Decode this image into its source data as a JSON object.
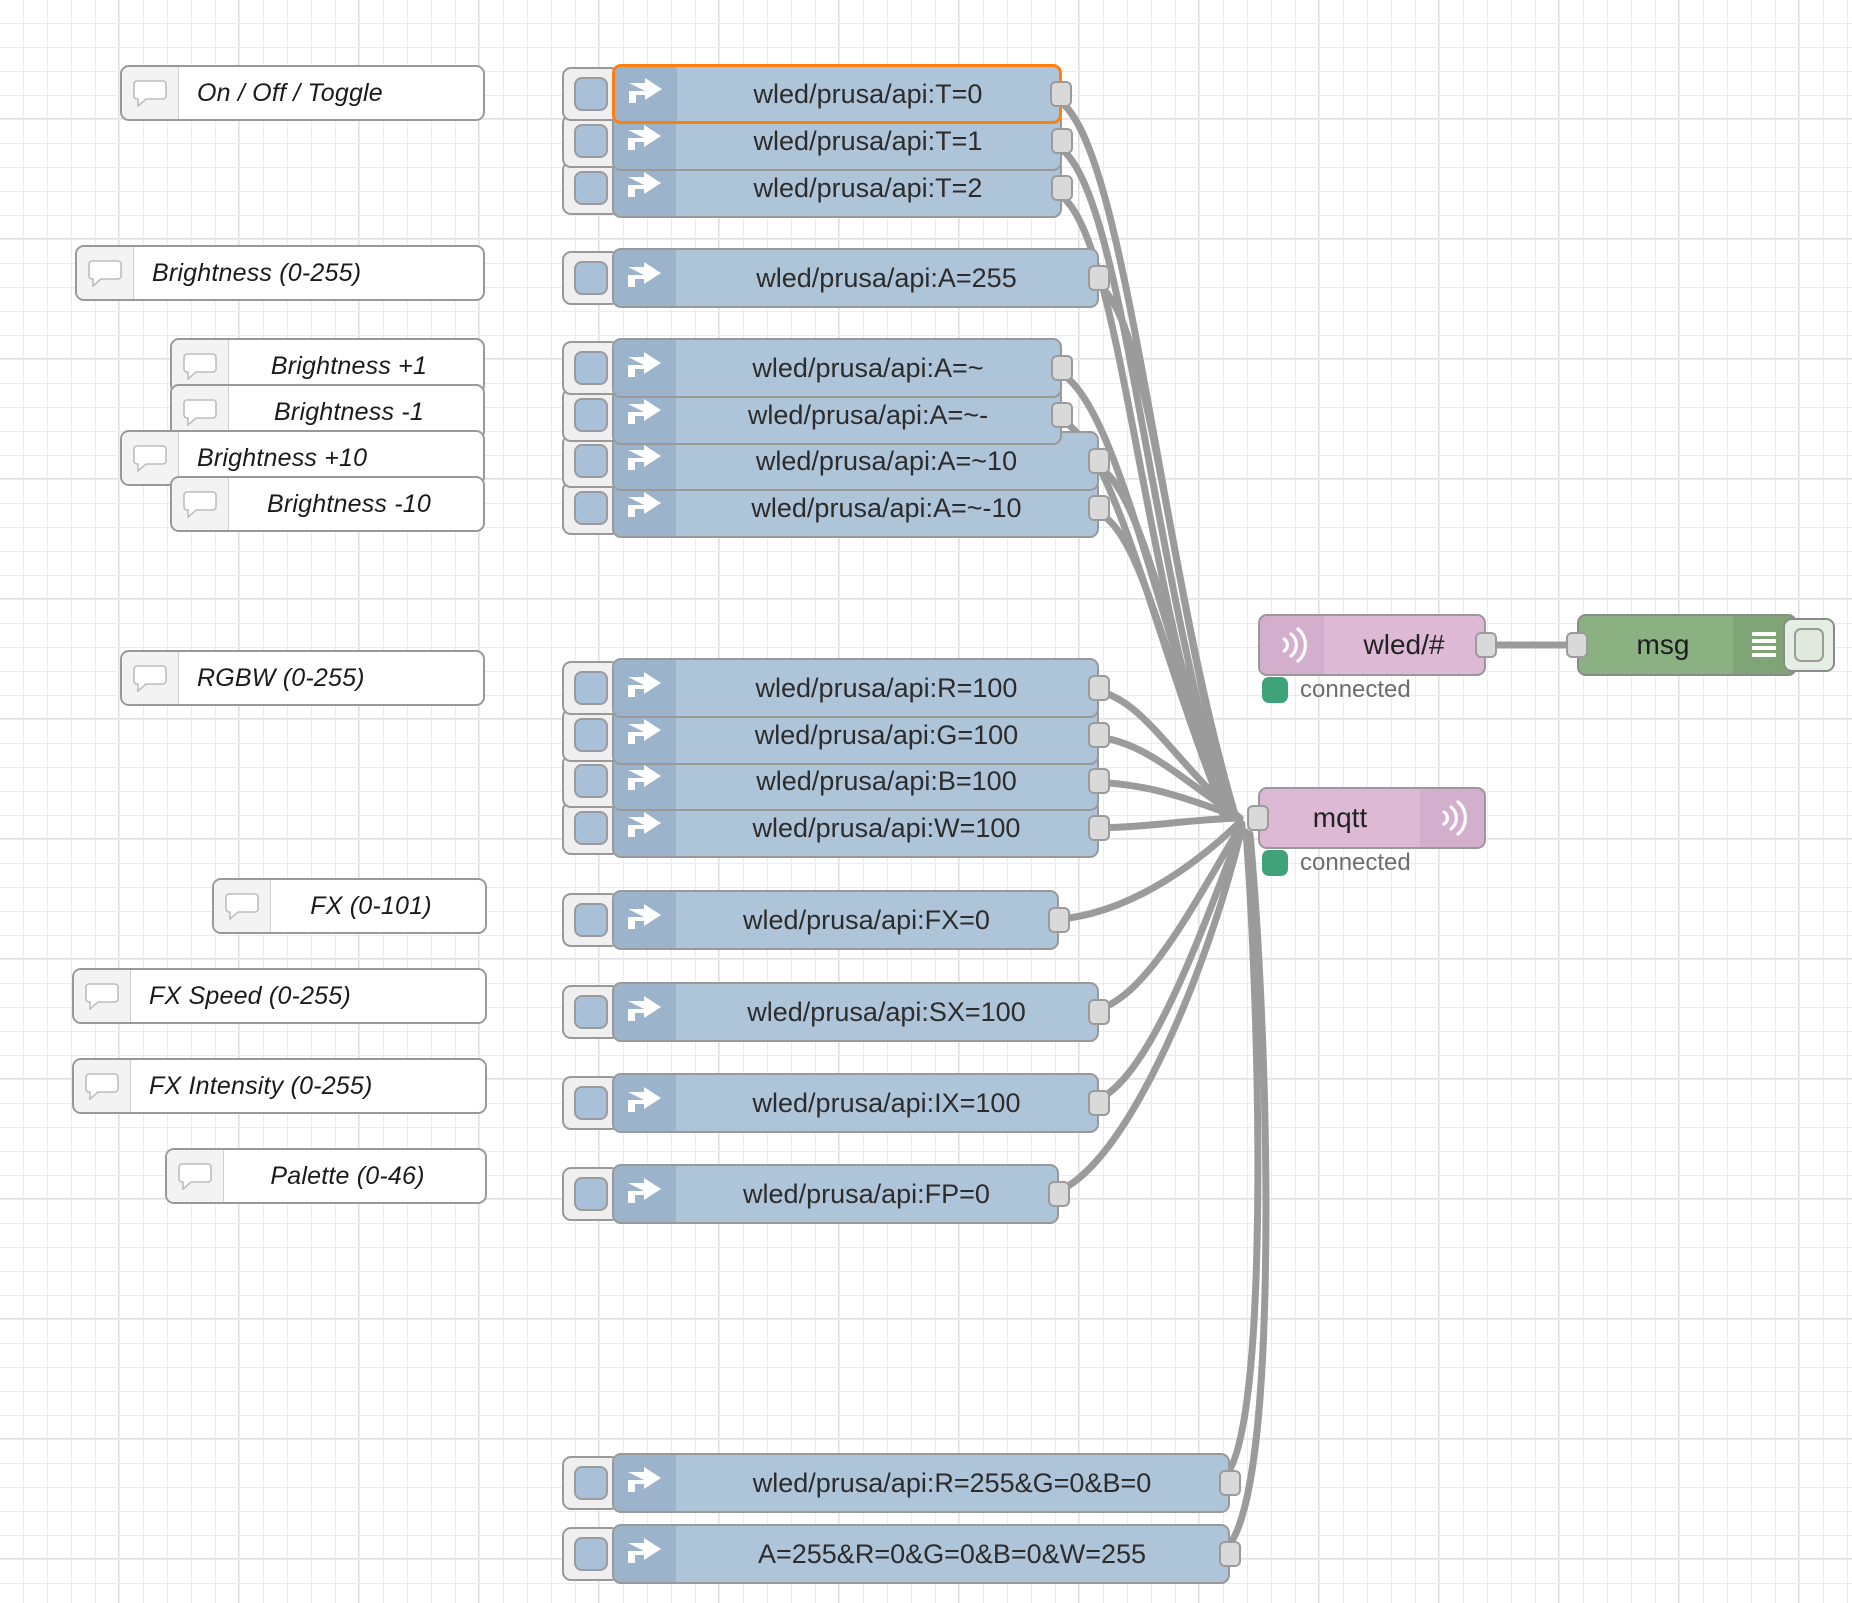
{
  "app": {
    "name": "Node-RED flow editor",
    "canvas_background": "#ffffff",
    "grid_color": "#ececec",
    "selection_color": "#ff7f0e",
    "wire_color": "#9b9b9b",
    "inject_node_color": "#aec4d8",
    "mqtt_node_color": "#ddb9d6",
    "debug_node_color": "#8bb183",
    "status_ok_color": "#3fa37a"
  },
  "comments": [
    {
      "id": "c-onoff",
      "label": "On / Off / Toggle",
      "icon": "comment-icon"
    },
    {
      "id": "c-brightness",
      "label": "Brightness (0-255)",
      "icon": "comment-icon"
    },
    {
      "id": "c-bright-p1",
      "label": "Brightness +1",
      "icon": "comment-icon"
    },
    {
      "id": "c-bright-m1",
      "label": "Brightness -1",
      "icon": "comment-icon"
    },
    {
      "id": "c-bright-p10",
      "label": "Brightness +10",
      "icon": "comment-icon"
    },
    {
      "id": "c-bright-m10",
      "label": "Brightness -10",
      "icon": "comment-icon"
    },
    {
      "id": "c-rgbw",
      "label": "RGBW (0-255)",
      "icon": "comment-icon"
    },
    {
      "id": "c-fx",
      "label": "FX (0-101)",
      "icon": "comment-icon"
    },
    {
      "id": "c-fxspeed",
      "label": "FX Speed (0-255)",
      "icon": "comment-icon"
    },
    {
      "id": "c-fxintensity",
      "label": "FX Intensity (0-255)",
      "icon": "comment-icon"
    },
    {
      "id": "c-palette",
      "label": "Palette (0-46)",
      "icon": "comment-icon"
    }
  ],
  "injects": [
    {
      "id": "i-t0",
      "label": "wled/prusa/api:T=0",
      "selected": true
    },
    {
      "id": "i-t1",
      "label": "wled/prusa/api:T=1",
      "selected": false
    },
    {
      "id": "i-t2",
      "label": "wled/prusa/api:T=2",
      "selected": false
    },
    {
      "id": "i-a255",
      "label": "wled/prusa/api:A=255",
      "selected": false
    },
    {
      "id": "i-ap",
      "label": "wled/prusa/api:A=~",
      "selected": false
    },
    {
      "id": "i-am",
      "label": "wled/prusa/api:A=~-",
      "selected": false
    },
    {
      "id": "i-ap10",
      "label": "wled/prusa/api:A=~10",
      "selected": false
    },
    {
      "id": "i-am10",
      "label": "wled/prusa/api:A=~-10",
      "selected": false
    },
    {
      "id": "i-r",
      "label": "wled/prusa/api:R=100",
      "selected": false
    },
    {
      "id": "i-g",
      "label": "wled/prusa/api:G=100",
      "selected": false
    },
    {
      "id": "i-b",
      "label": "wled/prusa/api:B=100",
      "selected": false
    },
    {
      "id": "i-w",
      "label": "wled/prusa/api:W=100",
      "selected": false
    },
    {
      "id": "i-fx",
      "label": "wled/prusa/api:FX=0",
      "selected": false
    },
    {
      "id": "i-sx",
      "label": "wled/prusa/api:SX=100",
      "selected": false
    },
    {
      "id": "i-ix",
      "label": "wled/prusa/api:IX=100",
      "selected": false
    },
    {
      "id": "i-fp",
      "label": "wled/prusa/api:FP=0",
      "selected": false
    },
    {
      "id": "i-red",
      "label": "wled/prusa/api:R=255&G=0&B=0",
      "selected": false
    },
    {
      "id": "i-white",
      "label": "A=255&R=0&G=0&B=0&W=255",
      "selected": false
    }
  ],
  "mqtt_in": {
    "label": "wled/#",
    "icon": "mqtt-antenna-icon",
    "status": "connected"
  },
  "mqtt_out": {
    "label": "mqtt",
    "icon": "mqtt-antenna-icon",
    "status": "connected"
  },
  "debug": {
    "label": "msg",
    "icon": "debug-lines-icon",
    "toggle": "debug-enable-toggle"
  }
}
